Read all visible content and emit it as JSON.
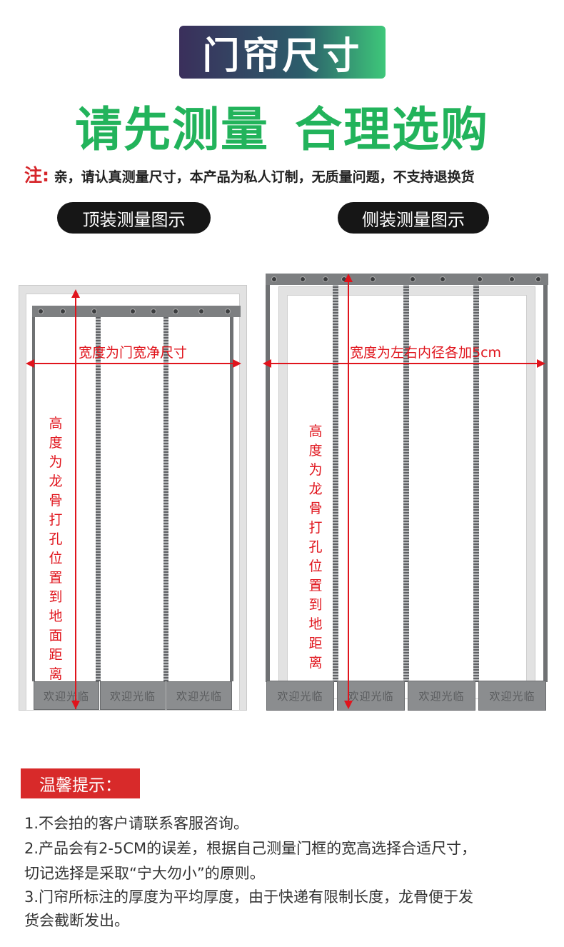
{
  "header": {
    "title": "门帘尺寸",
    "headline_left": "请先测量",
    "headline_right": "合理选购"
  },
  "notice": {
    "mark": "注:",
    "text": "亲，请认真测量尺寸，本产品为私人订制，无质量问题，不支持退换货"
  },
  "diagrams": {
    "top_mount": {
      "label": "顶装测量图示",
      "width_text": "宽度为门宽净尺寸",
      "height_chars": [
        "高",
        "度",
        "为",
        "龙",
        "骨",
        "打",
        "孔",
        "位",
        "置",
        "到",
        "地",
        "面",
        "距",
        "离"
      ],
      "panel_text": "欢迎光临"
    },
    "side_mount": {
      "label": "侧装测量图示",
      "width_text": "宽度为左右内径各加5cm",
      "height_chars": [
        "高",
        "度",
        "为",
        "龙",
        "骨",
        "打",
        "孔",
        "位",
        "置",
        "到",
        "地",
        "距",
        "离"
      ],
      "panel_text": "欢迎光临"
    }
  },
  "tips": {
    "title": "温馨提示：",
    "lines": [
      "1.不会拍的客户请联系客服咨询。",
      "2.产品会有2-5CM的误差，根据自己测量门框的宽高选择合适尺寸，",
      "切记选择是采取“宁大勿小”的原则。",
      "3.门帘所标注的厚度为平均厚度，由于快递有限制长度，龙骨便于发",
      "货会截断发出。"
    ]
  },
  "colors": {
    "accent_green": "#22b35b",
    "warning_red": "#e0141c",
    "tips_red": "#d82a2a"
  }
}
